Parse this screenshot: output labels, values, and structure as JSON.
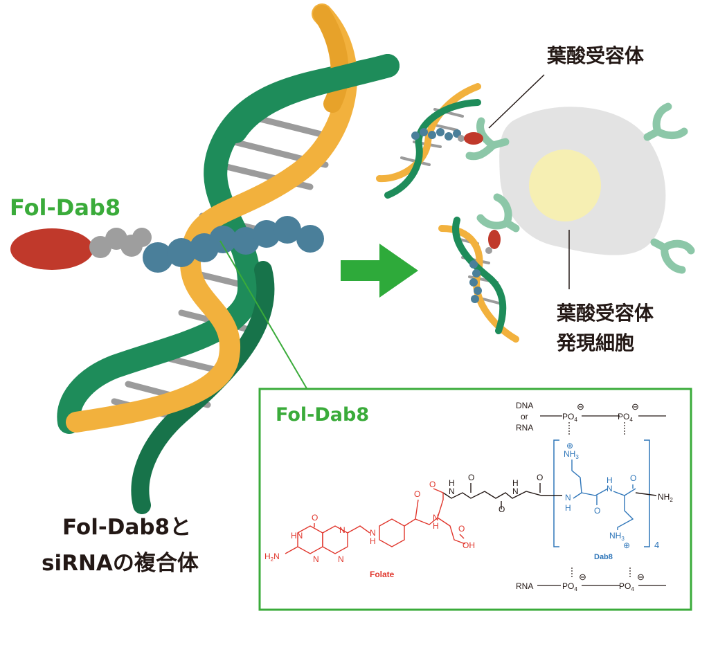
{
  "labels": {
    "fol_dab8_main": "Fol-Dab8",
    "complex_line1": "Fol-Dab8と",
    "complex_line2": "siRNAの複合体",
    "receptor": "葉酸受容体",
    "cell_line1": "葉酸受容体",
    "cell_line2": "発現細胞"
  },
  "inset": {
    "title": "Fol-Dab8",
    "dna": "DNA",
    "or": "or",
    "rna": "RNA",
    "rna_bottom": "RNA",
    "po4": "PO",
    "po4_sub": "4",
    "nh3": "NH",
    "nh3_sub": "3",
    "nh2": "NH",
    "nh2_sub": "2",
    "h2n": "H",
    "h2n_sub": "2",
    "h2n_n": "N",
    "n": "N",
    "h": "H",
    "hn": "HN",
    "nh": "NH",
    "o": "O",
    "oh": "OH",
    "repeat": "4",
    "folate": "Folate",
    "dab8": "Dab8",
    "minus": "⊖",
    "plus": "⊕"
  },
  "colors": {
    "green_label": "#3aab3a",
    "strand_green": "#1e8c5a",
    "strand_orange": "#f2b13d",
    "base_gray": "#9b9b9b",
    "folate_red": "#c0392b",
    "bead_blue": "#4a7f9a",
    "bead_gray": "#9e9e9e",
    "arrow": "#2eaa3a",
    "cell_body": "#e3e3e3",
    "nucleus": "#f6efb3",
    "receptor": "#8cc7a8",
    "chem_red": "#e0352b",
    "chem_blue": "#2f76b9"
  }
}
